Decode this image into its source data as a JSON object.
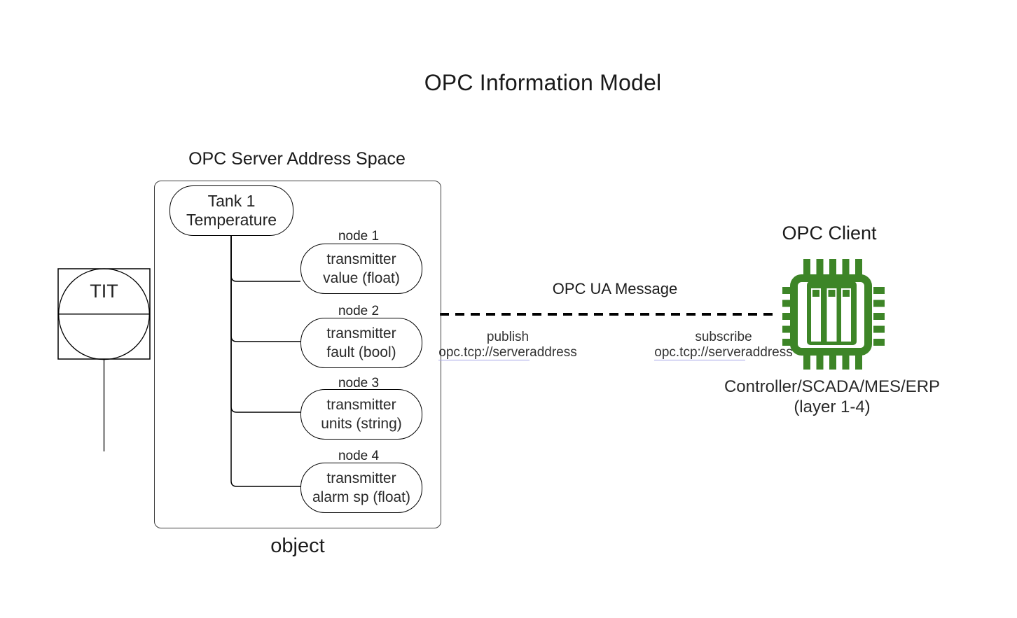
{
  "title": "OPC Information Model",
  "instrument": {
    "label": "TIT"
  },
  "server": {
    "label": "OPC Server Address Space",
    "caption": "object",
    "root_node": {
      "line1": "Tank 1",
      "line2": "Temperature"
    },
    "nodes": [
      {
        "tag": "node 1",
        "line1": "transmitter",
        "line2": "value (float)"
      },
      {
        "tag": "node 2",
        "line1": "transmitter",
        "line2": "fault (bool)"
      },
      {
        "tag": "node 3",
        "line1": "transmitter",
        "line2": "units (string)"
      },
      {
        "tag": "node 4",
        "line1": "transmitter",
        "line2": "alarm sp (float)"
      }
    ]
  },
  "message": {
    "label": "OPC UA Message",
    "publish": {
      "action": "publish",
      "url_linked": "opc.tcp://server",
      "url_plain": "address"
    },
    "subscribe": {
      "action": "subscribe",
      "url_linked": "opc.tcp://server",
      "url_plain": "address"
    }
  },
  "client": {
    "label": "OPC Client",
    "caption_line1": "Controller/SCADA/MES/ERP",
    "caption_line2": "(layer 1-4)"
  },
  "colors": {
    "chip_green": "#3d8527",
    "link_underline": "#a6a6e8",
    "line_black": "#000000"
  }
}
